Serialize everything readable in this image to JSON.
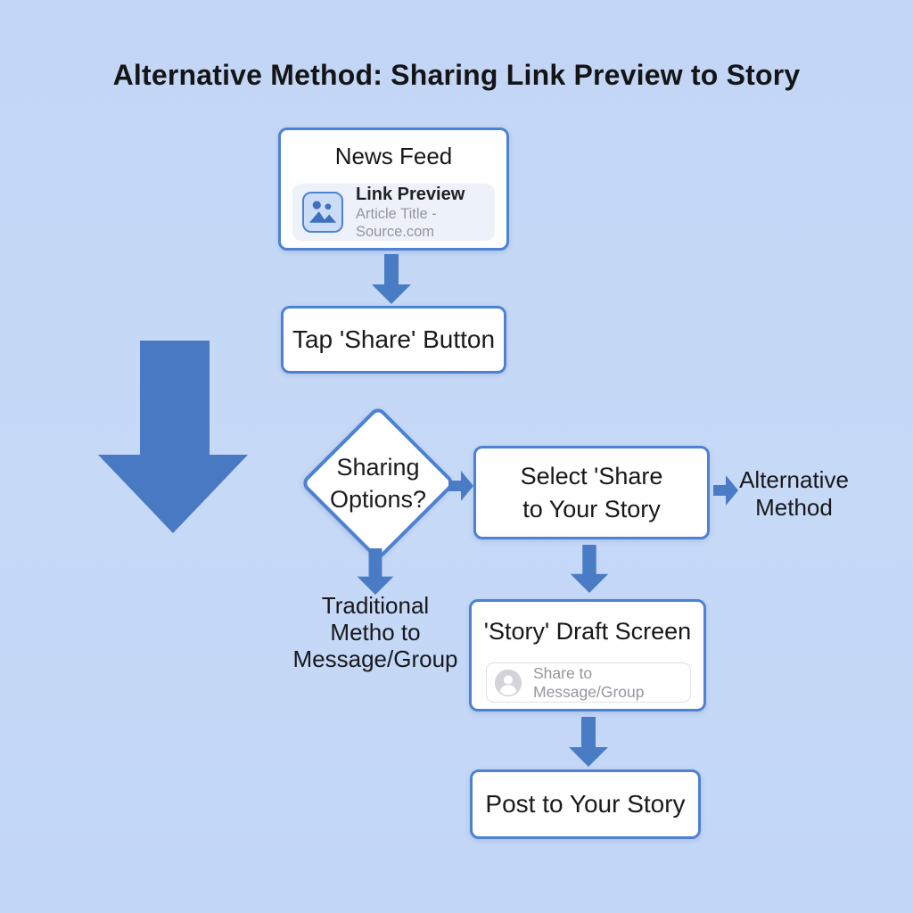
{
  "title": "Alternative Method: Sharing Link Preview to Story",
  "colors": {
    "background": "#c4d7f5",
    "node_border": "#4d82d3",
    "arrow_blue": "#4a7cc6",
    "big_arrow_blue": "#4a79c3",
    "text_dark": "#17181a",
    "text_gray": "#96969c",
    "preview_card_bg": "#edf1f9",
    "preview_icon_bg": "#cbdcf6"
  },
  "nodes": {
    "news_feed": {
      "label": "News Feed",
      "preview": {
        "title": "Link Preview",
        "subtitle": "Article Title - Source.com",
        "icon": "image-icon"
      }
    },
    "tap_share": {
      "label": "Tap 'Share' Button"
    },
    "sharing_options": {
      "lines": [
        "Sharing",
        "Options?"
      ]
    },
    "select_share": {
      "lines": [
        "Select 'Share",
        "to Your Story"
      ]
    },
    "alternative_method": {
      "lines": [
        "Alternative",
        "Method"
      ]
    },
    "traditional_method": {
      "lines": [
        "Traditional",
        "Metho to",
        "Message/Group"
      ]
    },
    "story_draft": {
      "label": "'Story' Draft Screen",
      "input": {
        "placeholder": "Share to Message/Group",
        "icon": "person-icon"
      }
    },
    "post_story": {
      "label": "Post to Your Story"
    }
  }
}
